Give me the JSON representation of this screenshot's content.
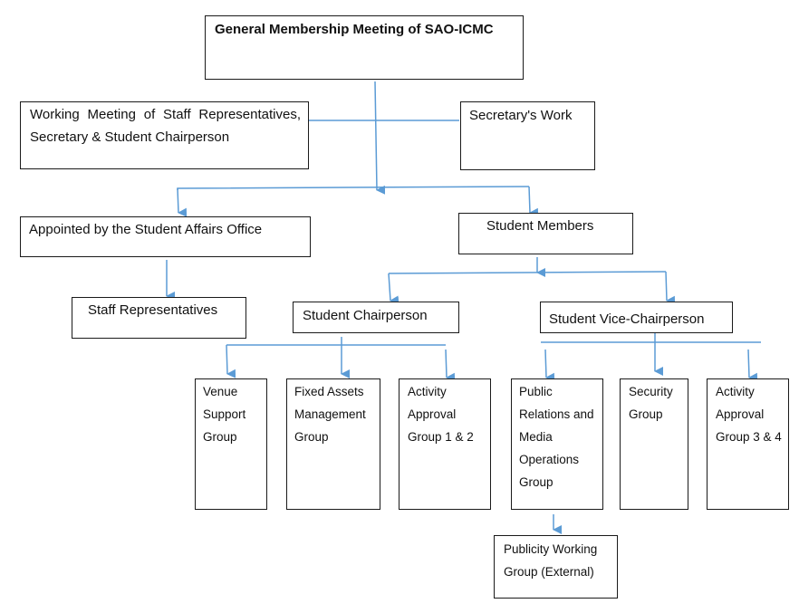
{
  "diagram": {
    "line_color": "#5b9bd5",
    "nodes": {
      "general_meeting": "General Membership Meeting of SAO-ICMC",
      "working_meeting": "Working Meeting of Staff Representatives, Secretary & Student Chairperson",
      "secretary_work": "Secretary's Work",
      "appointed_sao": "Appointed by the Student Affairs Office",
      "student_members": "Student Members",
      "staff_reps": "Staff Representatives",
      "student_chair": "Student Chairperson",
      "student_vice_chair": "Student Vice-Chairperson",
      "venue_support": "Venue Support Group",
      "fixed_assets": "Fixed Assets Management Group",
      "activity_12": "Activity Approval Group 1 & 2",
      "public_relations": "Public Relations and Media Operations Group",
      "security": "Security Group",
      "activity_34": "Activity Approval Group 3 & 4",
      "publicity_external": "Publicity Working Group (External)"
    },
    "edges": [
      {
        "from": "general_meeting",
        "to": "appointed_sao"
      },
      {
        "from": "general_meeting",
        "to": "student_members"
      },
      {
        "from": "working_meeting",
        "to": "secretary_work",
        "type": "line"
      },
      {
        "from": "appointed_sao",
        "to": "staff_reps"
      },
      {
        "from": "student_members",
        "to": "student_chair"
      },
      {
        "from": "student_members",
        "to": "student_vice_chair"
      },
      {
        "from": "student_chair",
        "to": "venue_support"
      },
      {
        "from": "student_chair",
        "to": "fixed_assets"
      },
      {
        "from": "student_chair",
        "to": "activity_12"
      },
      {
        "from": "student_vice_chair",
        "to": "public_relations"
      },
      {
        "from": "student_vice_chair",
        "to": "security"
      },
      {
        "from": "student_vice_chair",
        "to": "activity_34"
      },
      {
        "from": "public_relations",
        "to": "publicity_external"
      }
    ]
  }
}
